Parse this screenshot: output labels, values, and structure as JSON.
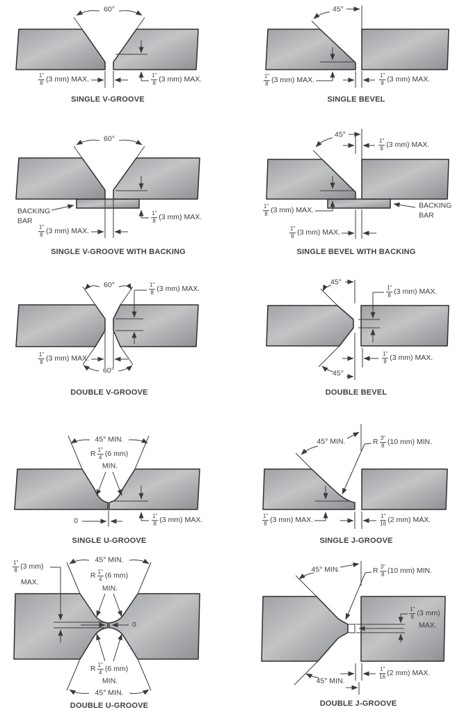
{
  "figure": {
    "description": "Groove weld joint geometry diagrams"
  },
  "dims": {
    "angle60": "60°",
    "angle45": "45°",
    "angle45min": "45° MIN.",
    "zero": "0",
    "max18": {
      "num": "1\"",
      "den": "8",
      "rest": "(3 mm) MAX."
    },
    "max116": {
      "num": "1\"",
      "den": "16",
      "rest": "(2 mm) MAX."
    },
    "frac18": {
      "num": "1\"",
      "den": "8",
      "rest": "(3 mm)"
    },
    "max_word": "MAX.",
    "min_word": "MIN.",
    "r14": {
      "prefix": "R",
      "num": "1\"",
      "den": "4",
      "rest": "(6 mm)"
    },
    "r38": {
      "prefix": "R",
      "num": "3\"",
      "den": "8",
      "rest": "(10 mm) MIN."
    },
    "backing1": "BACKING",
    "backing2": "BAR"
  },
  "captions": {
    "single_v": "SINGLE V-GROOVE",
    "single_bevel": "SINGLE BEVEL",
    "single_v_backing": "SINGLE V-GROOVE WITH BACKING",
    "single_bevel_backing": "SINGLE BEVEL WITH BACKING",
    "double_v": "DOUBLE V-GROOVE",
    "double_bevel": "DOUBLE BEVEL",
    "single_u": "SINGLE U-GROOVE",
    "single_j": "SINGLE J-GROOVE",
    "double_u": "DOUBLE U-GROOVE",
    "double_j": "DOUBLE J-GROOVE"
  },
  "colors": {
    "plate_light": "#c2c4c6",
    "plate_dark": "#8e9093",
    "line": "#3a3a3c",
    "text": "#3b3b3d"
  }
}
